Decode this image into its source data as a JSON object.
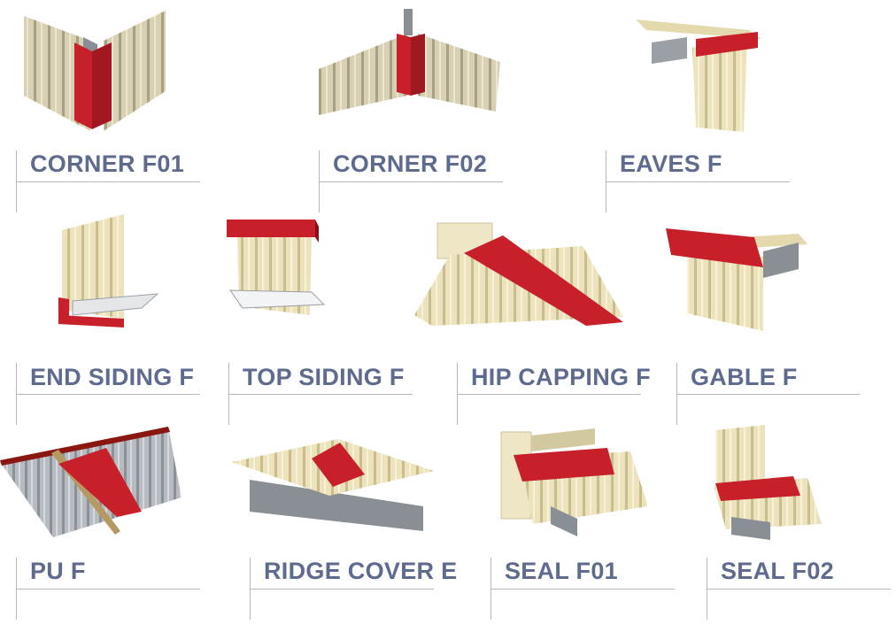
{
  "items": [
    {
      "label": "CORNER F01"
    },
    {
      "label": "CORNER F02"
    },
    {
      "label": "EAVES F"
    },
    {
      "label": "END SIDING F"
    },
    {
      "label": "TOP SIDING F"
    },
    {
      "label": "HIP CAPPING F"
    },
    {
      "label": "GABLE F"
    },
    {
      "label": "PU F"
    },
    {
      "label": "RIDGE COVER E"
    },
    {
      "label": "SEAL F01"
    },
    {
      "label": "SEAL F02"
    }
  ],
  "colors": {
    "label_text": "#5e6a8e",
    "flashing_red": "#c8202a",
    "cladding_cream": "#e9dfb4",
    "steel_grey": "#8a8f96",
    "divider": "#b8b8b8"
  }
}
